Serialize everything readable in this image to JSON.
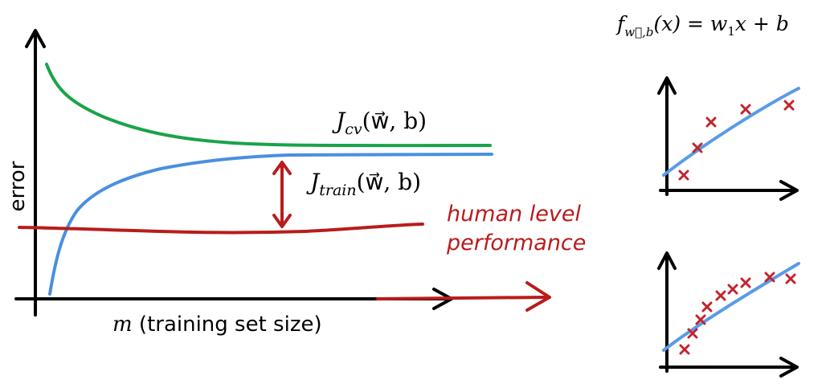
{
  "formula": {
    "f": "f",
    "sub": "w⃗,b",
    "rest": "(x) = w",
    "w_sub": "1",
    "tail": "x + b"
  },
  "main": {
    "ylabel": "error",
    "xlabel_var": "m",
    "xlabel_text": " (training set size)",
    "jcv": {
      "J": "J",
      "sub": "cv",
      "args": "(w⃗, b)"
    },
    "jtrain": {
      "J": "J",
      "sub": "train",
      "args": "(w⃗, b)"
    },
    "human_line1": "human level",
    "human_line2": "performance"
  },
  "colors": {
    "axis": "#000000",
    "cv": "#1aa34a",
    "train": "#4a8fe0",
    "human": "#b91c1c",
    "marker": "#c0262d",
    "fit": "#5a9be6"
  }
}
